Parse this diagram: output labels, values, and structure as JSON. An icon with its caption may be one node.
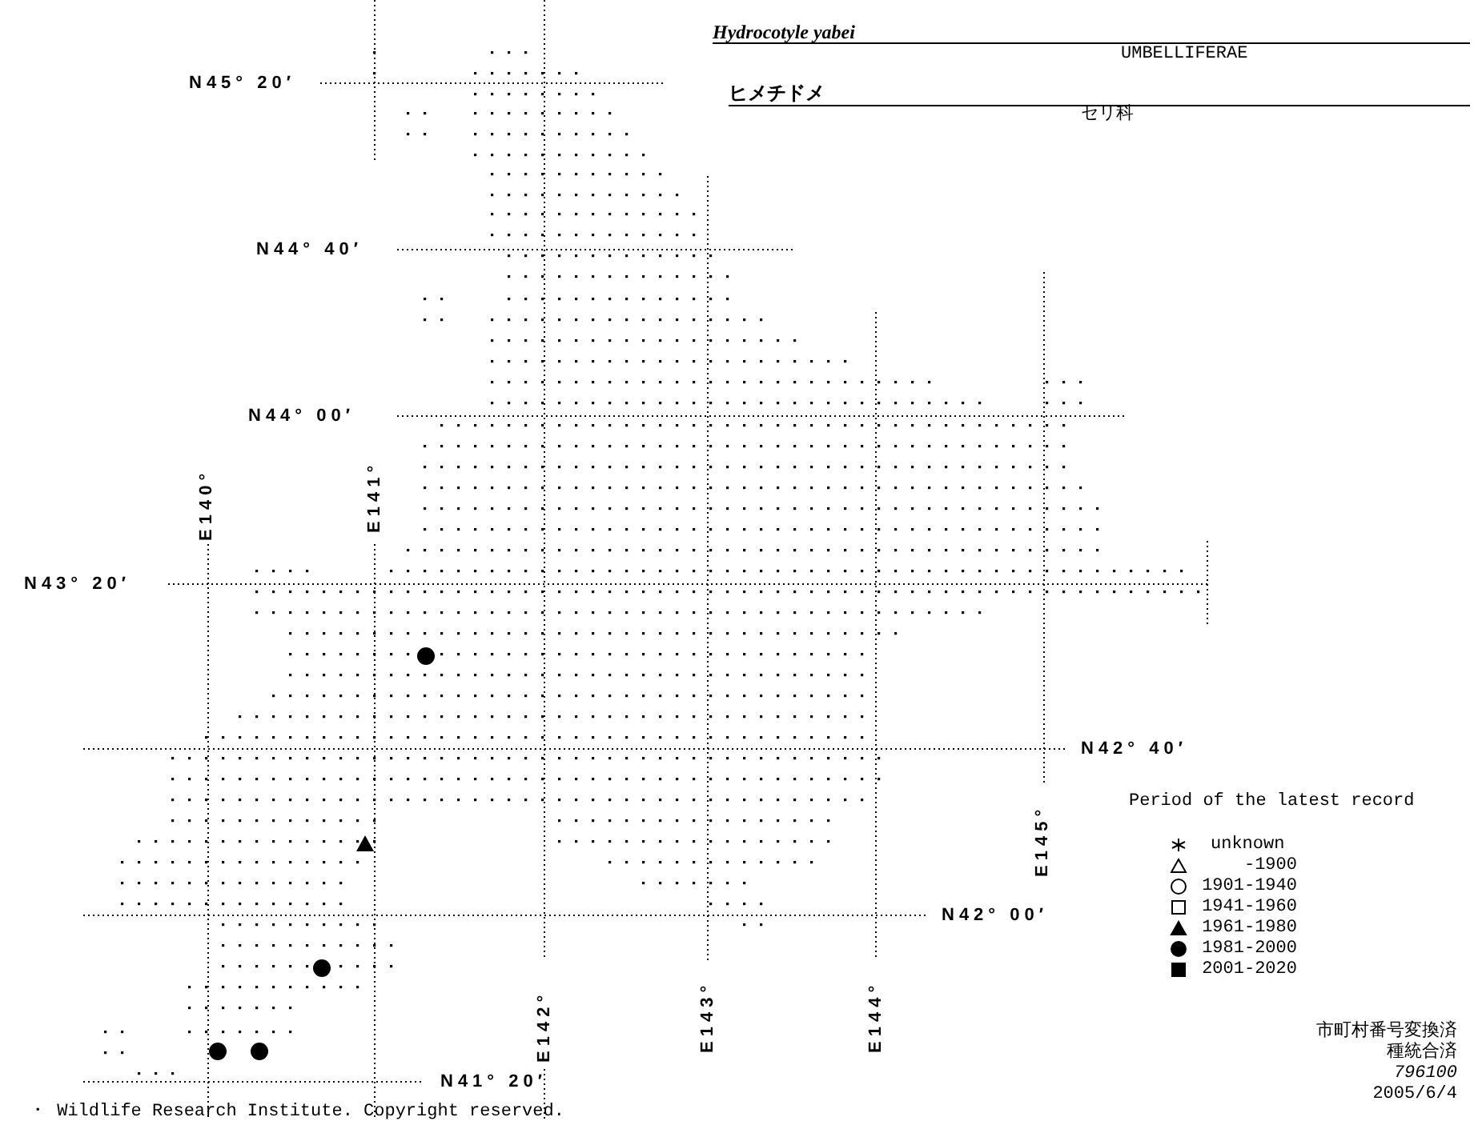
{
  "diagram": {
    "title": "Hydrocotyle yabei",
    "labels": [
      "UMBELLIFERAE",
      "ヒメチドメ",
      "セリ科",
      "N45° 20′",
      "N44° 40′",
      "N44° 00′",
      "E140°",
      "E141°",
      "N43° 20′",
      "N42° 40′",
      "Period of the latest record",
      "E145°",
      "N42° 00′",
      "E142°",
      "E143°",
      "E144°",
      "市町村番号変換済",
      "種統合済",
      "796100",
      "2005/6/4",
      "N41° 20′",
      "・ Wildlife Research Institute. Copyright reserved."
    ],
    "legend": [
      {
        "text": "unknown"
      },
      {
        "text": "-1900"
      },
      {
        "text": "1901-1940"
      },
      {
        "text": "1941-1960"
      },
      {
        "text": "1961-1980"
      },
      {
        "text": "1981-2000"
      },
      {
        "text": "2001-2020"
      }
    ]
  }
}
